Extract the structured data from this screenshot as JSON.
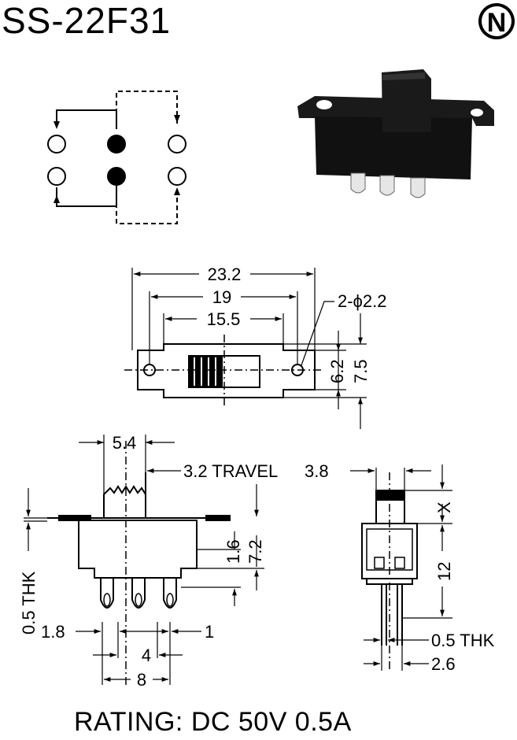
{
  "header": {
    "title": "SS-22F31",
    "logo_letter": "N"
  },
  "footer": {
    "rating": "RATING: DC 50V 0.5A"
  },
  "top_view": {
    "dim_overall": "23.2",
    "dim_holes": "19",
    "dim_body": "15.5",
    "dim_hole_dia": "2-ϕ2.2",
    "dim_width_inner": "6.2",
    "dim_width_outer": "7.5"
  },
  "front_view": {
    "dim_actuator": "5.4",
    "dim_travel": "3.2 TRAVEL",
    "dim_thk": "0.5 THK",
    "dim_flange": "1.6",
    "dim_height": "7.2",
    "dim_edge_left": "1.8",
    "dim_edge_right": "1",
    "dim_pitch": "4",
    "dim_span": "8"
  },
  "side_view": {
    "dim_actuator_height": "3.8",
    "dim_x": "X",
    "dim_total": "12",
    "dim_thk": "0.5 THK",
    "dim_pin": "2.6"
  },
  "colors": {
    "ink": "#000000",
    "paper": "#ffffff"
  }
}
